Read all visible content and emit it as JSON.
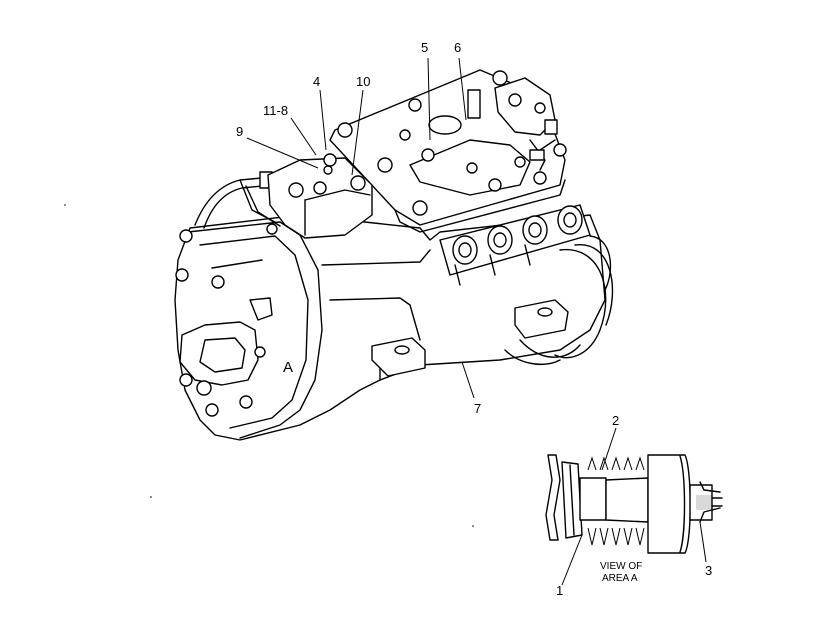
{
  "callouts": {
    "c1": "1",
    "c2": "2",
    "c3": "3",
    "c4": "4",
    "c5": "5",
    "c6": "6",
    "c7": "7",
    "c8": "11-8",
    "c9": "9",
    "c10": "10",
    "area": "A"
  },
  "detail": {
    "line1": "VIEW OF",
    "line2": "AREA A"
  }
}
